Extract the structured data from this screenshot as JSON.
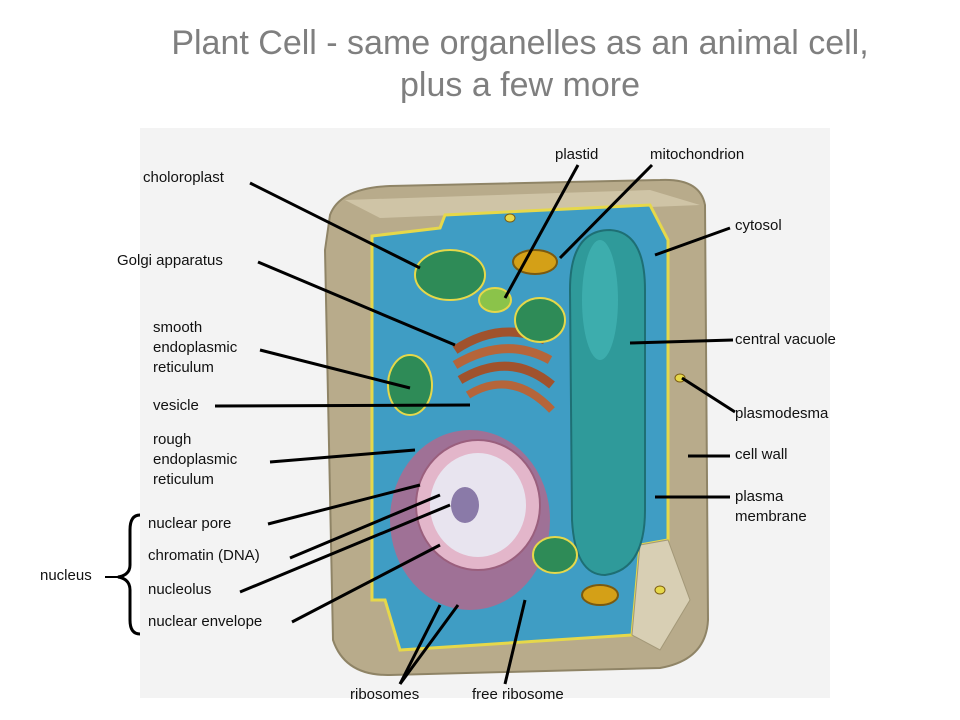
{
  "title": "Plant Cell - same organelles as an animal cell, plus a few more",
  "labels": {
    "chloroplast": "choloroplast",
    "golgi": "Golgi apparatus",
    "smooth_er": "smooth endoplasmic reticulum",
    "vesicle": "vesicle",
    "rough_er": "rough endoplasmic reticulum",
    "nuclear_pore": "nuclear pore",
    "chromatin": "chromatin (DNA)",
    "nucleolus": "nucleolus",
    "nuclear_envelope": "nuclear envelope",
    "nucleus": "nucleus",
    "plastid": "plastid",
    "mitochondrion": "mitochondrion",
    "cytosol": "cytosol",
    "central_vacuole": "central vacuole",
    "plasmodesma": "plasmodesma",
    "cell_wall": "cell wall",
    "plasma_membrane": "plasma membrane",
    "ribosomes": "ribosomes",
    "free_ribosome": "free ribosome"
  },
  "colors": {
    "cell_wall": "#b8ab8b",
    "cytosol": "#3f9dc4",
    "vacuole": "#2f9a9a",
    "nucleus": "#d79ab4",
    "chloroplast": "#2e8b57",
    "golgi": "#a0522d",
    "membrane": "#e6d84a"
  }
}
